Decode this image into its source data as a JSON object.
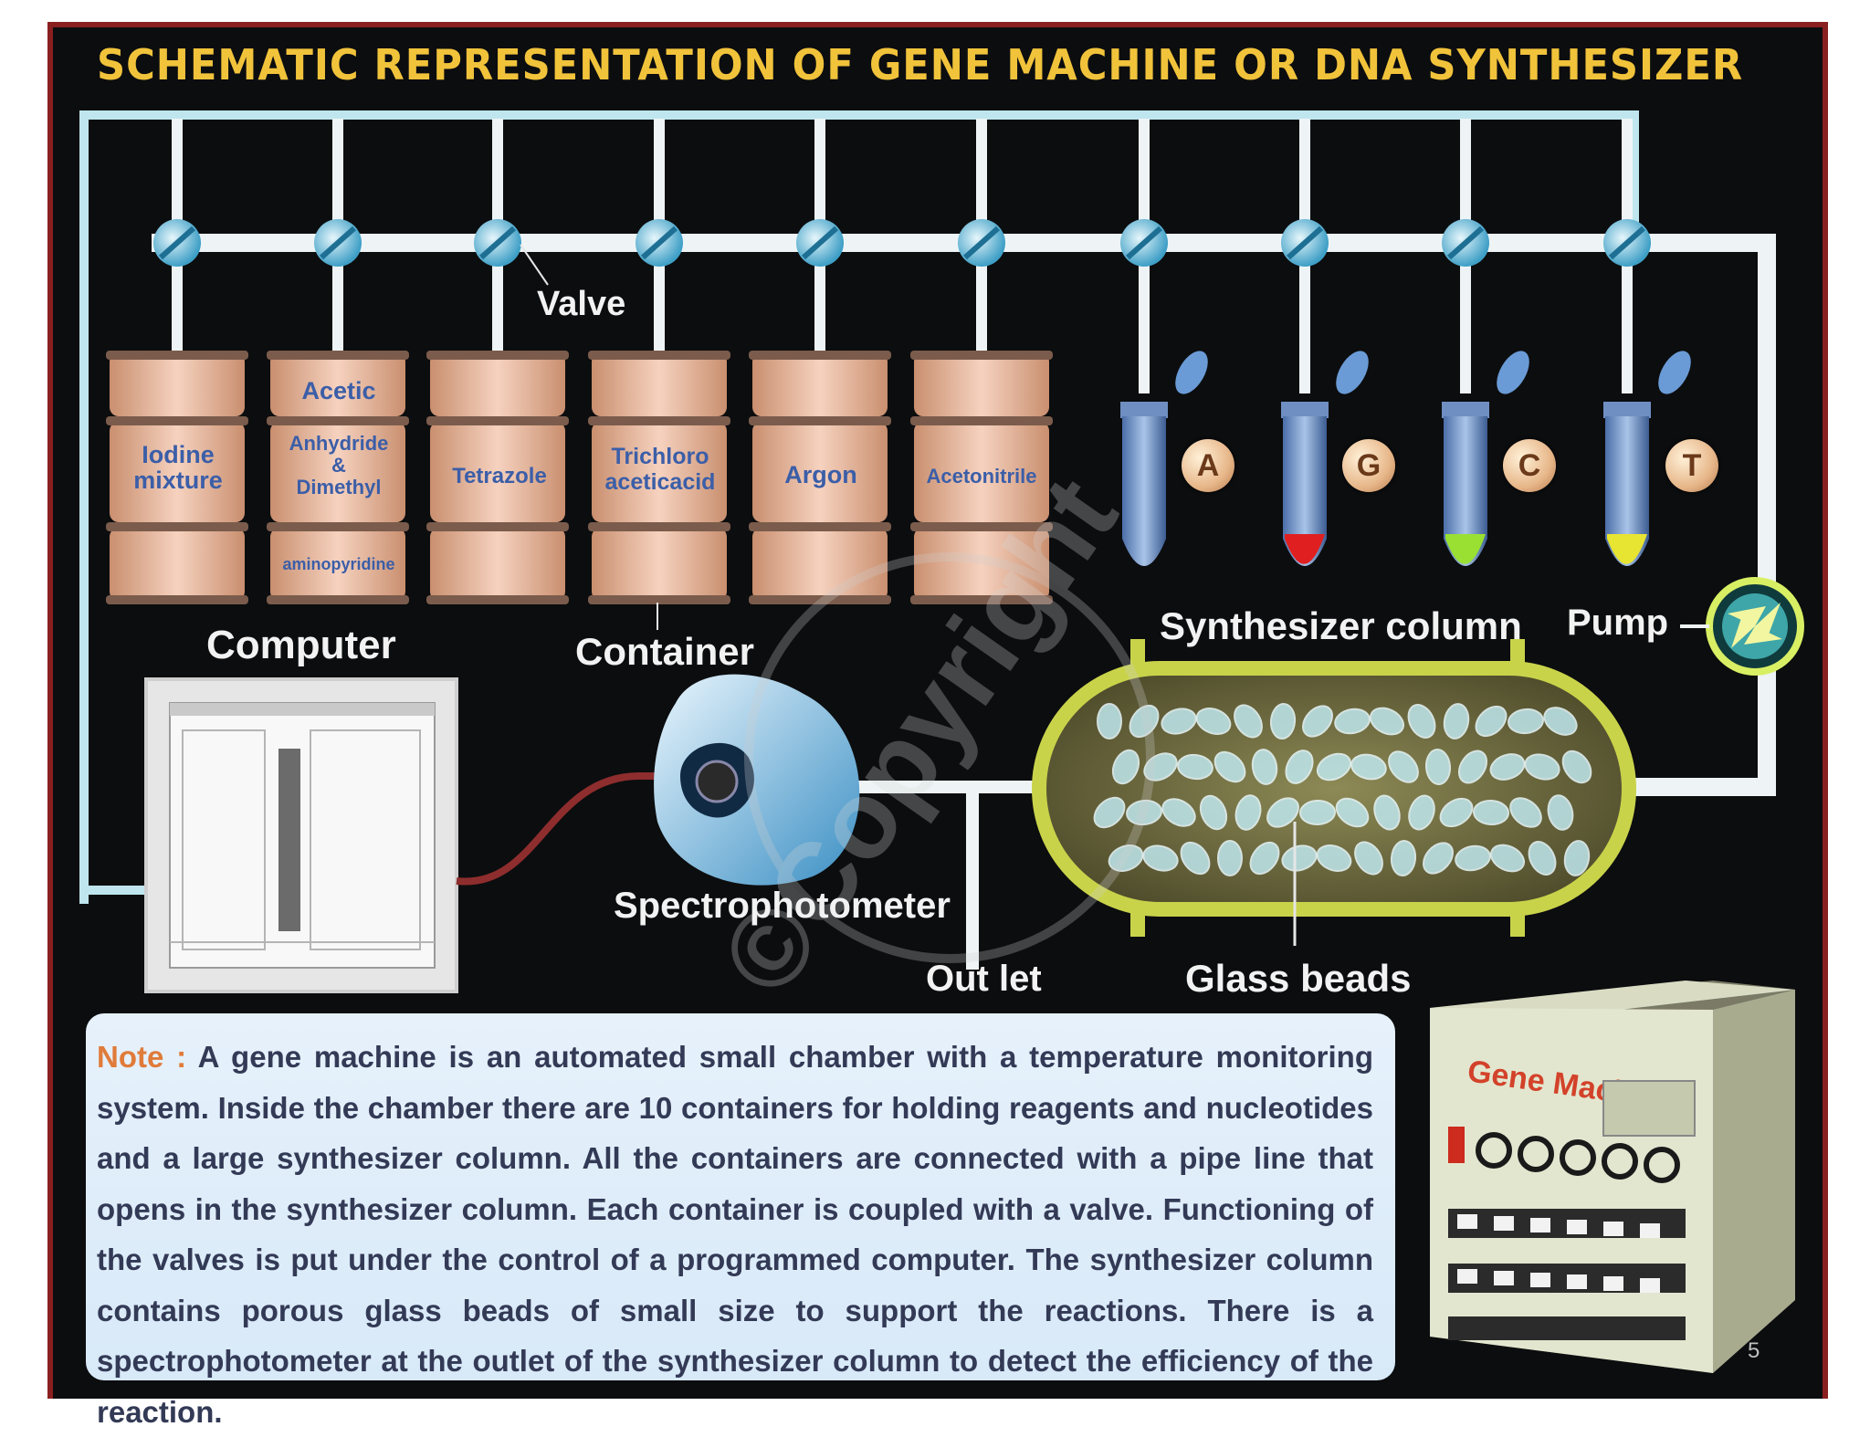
{
  "title": "SCHEMATIC REPRESENTATION OF GENE MACHINE OR DNA SYNTHESIZER",
  "containers": [
    {
      "label": "Iodine\nmixture"
    },
    {
      "label": "Acetic",
      "label2": "Anhydride\n&\nDimethyl",
      "label3": "aminopyridine"
    },
    {
      "label": "Tetrazole"
    },
    {
      "label": "Trichloro\naceticacid"
    },
    {
      "label": "Argon"
    },
    {
      "label": "Acetonitrile"
    }
  ],
  "nucleotides": [
    "A",
    "G",
    "C",
    "T"
  ],
  "labels": {
    "valve": "Valve",
    "computer": "Computer",
    "container": "Container",
    "synthesizer_column": "Synthesizer column",
    "pump": "Pump",
    "spectrophotometer": "Spectrophotometer",
    "outlet": "Out let",
    "glass_beads": "Glass beads"
  },
  "watermark": "©Copyright",
  "machine": {
    "label": "Gene Machine"
  },
  "note": {
    "label": "Note :",
    "text": "A gene machine is an automated small chamber with a temperature monitoring system. Inside the chamber there are 10 containers for holding reagents and nucleotides and a large synthesizer column. All the containers are connected with a pipe line that opens in the synthesizer column.  Each container is coupled with a valve. Functioning of the valves is put under the control of a programmed computer. The synthesizer column contains porous glass beads of small size to support the reactions. There is a  spectrophotometer at the outlet of the synthesizer column to detect the efficiency of the reaction."
  },
  "slide_number": "5",
  "colors": {
    "background": "#0c0d0f",
    "frame_border": "#8a1f1f",
    "title": "#f1c33b",
    "pipe": "#eef4f6",
    "column_outline": "#c9d34a",
    "note_label": "#e07b3a",
    "tube_fill_G": "#e02020",
    "tube_fill_C": "#9ae033",
    "tube_fill_T": "#e8e432"
  }
}
